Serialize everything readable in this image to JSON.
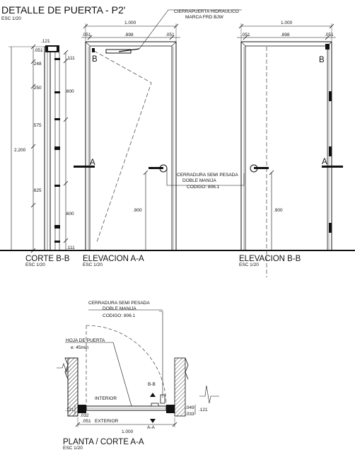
{
  "sheet": {
    "title": "DETALLE DE PUERTA - P2'",
    "title_scale": "ESC 1/20"
  },
  "views": {
    "corte_bb": {
      "label": "CORTE B-B",
      "scale": "ESC 1/20"
    },
    "elev_aa": {
      "label": "ELEVACION A-A",
      "scale": "ESC 1/20"
    },
    "elev_bb": {
      "label": "ELEVACION B-B",
      "scale": "ESC 1/20"
    },
    "planta": {
      "label": "PLANTA / CORTE A-A",
      "scale": "ESC 1/20"
    }
  },
  "annotations": {
    "closer_line1": "CIERRAPUERTA HIDRAULICO",
    "closer_line2": "MARCA FRD BJW",
    "lock_line1": "CERRADURA SEMI PESADA",
    "lock_line2": "DOBLE MANIJA",
    "lock_line3": "CODIGO:    806.1",
    "leaf_line1": "HOJA DE PUERTA",
    "leaf_line2": "e: 45mm",
    "interior": "INTERIOR",
    "exterior": "EXTERIOR"
  },
  "section_marks": {
    "a": "A",
    "b": "B",
    "bb": "B-B",
    "aa": "A-A"
  },
  "dimensions": {
    "total_width": "1.000",
    "frame": ".051",
    "leaf_width": ".898",
    "total_height": "2.200",
    "handle_height": ".900",
    "hinge_top": ".600",
    "hinge_bottom": ".600",
    "frame_depth": ".121",
    "side_top": ".111",
    "side_bottom": ".111",
    "seg_1": ".248",
    "seg_2": ".250",
    "seg_3": ".575",
    "seg_4": ".625",
    "plan_left": ".121",
    "plan_right": ".121",
    "plan_a": ".032",
    "plan_b": ".051",
    "plan_c": ".049",
    "plan_d": ".033"
  }
}
